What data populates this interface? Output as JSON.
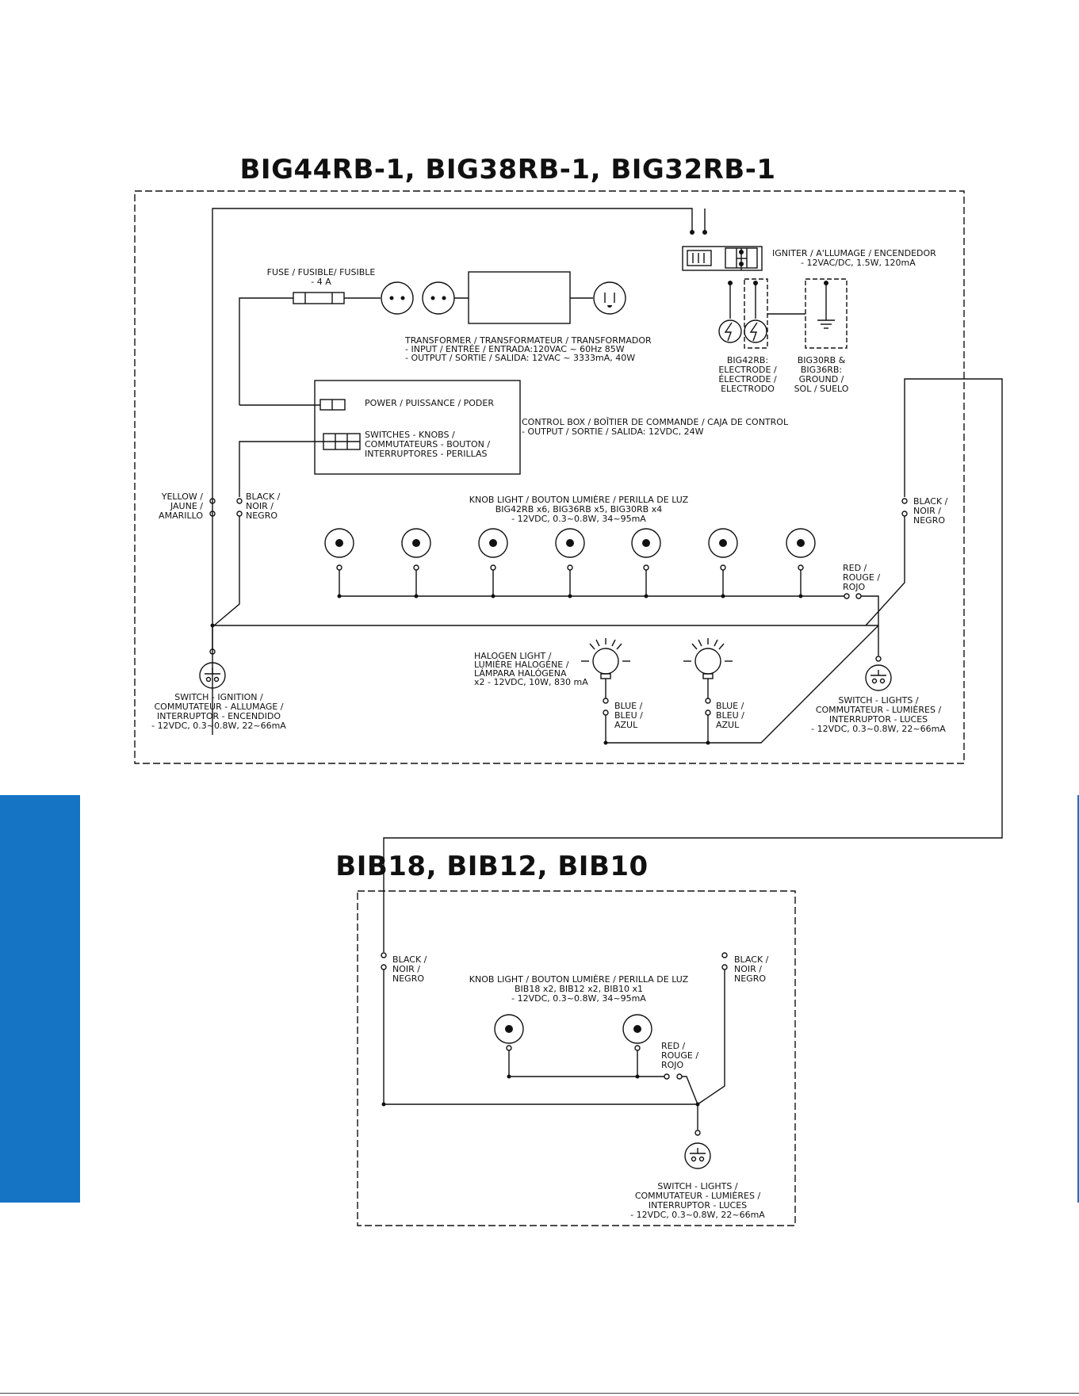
{
  "colors": {
    "side_tab": "#1574c4",
    "line": "#111111"
  },
  "titles": {
    "top": "BIG44RB-1, BIG38RB-1, BIG32RB-1",
    "bottom": "BIB18, BIB12, BIB10"
  },
  "top": {
    "fuse": [
      "FUSE / FUSIBLE/ FUSIBLE",
      "- 4 A"
    ],
    "igniter": [
      "IGNITER / A'LLUMAGE / ENCENDEDOR",
      "- 12VAC/DC, 1.5W, 120mA"
    ],
    "transformer": [
      "TRANSFORMER / TRANSFORMATEUR / TRANSFORMADOR",
      "- INPUT / ENTRÉE / ENTRADA:120VAC ~ 60Hz 85W",
      "- OUTPUT / SORTIE / SALIDA: 12VAC ~ 3333mA, 40W"
    ],
    "electrode": [
      "BIG42RB:",
      "ELECTRODE /",
      "ÉLECTRODE /",
      "ELECTRODO"
    ],
    "ground": [
      "BIG30RB &",
      "BIG36RB:",
      "GROUND /",
      "SOL / SUELO"
    ],
    "power": "POWER / PUISSANCE / PODER",
    "switches": [
      "SWITCHES - KNOBS /",
      "COMMUTATEURS - BOUTON /",
      "INTERRUPTORES - PERILLAS"
    ],
    "control_box": [
      "CONTROL BOX / BOÎTIER DE COMMANDE / CAJA DE CONTROL",
      "- OUTPUT / SORTIE / SALIDA: 12VDC, 24W"
    ],
    "yellow": [
      "YELLOW /",
      "JAUNE /",
      "AMARILLO"
    ],
    "black_left": [
      "BLACK /",
      "NOIR /",
      "NEGRO"
    ],
    "black_right": [
      "BLACK /",
      "NOIR /",
      "NEGRO"
    ],
    "knob_light": [
      "KNOB LIGHT / BOUTON LUMIÈRE / PERILLA DE LUZ",
      "BIG42RB x6, BIG36RB x5, BIG30RB x4",
      "- 12VDC, 0.3~0.8W, 34~95mA"
    ],
    "red": [
      "RED /",
      "ROUGE /",
      "ROJO"
    ],
    "halogen": [
      "HALOGEN LIGHT /",
      "LUMIÈRE HALOGÈNE /",
      "LÁMPARA HALÓGENA",
      "x2 - 12VDC, 10W, 830 mA"
    ],
    "blue1": [
      "BLUE /",
      "BLEU /",
      "AZUL"
    ],
    "blue2": [
      "BLUE /",
      "BLEU /",
      "AZUL"
    ],
    "switch_ignition": [
      "SWITCH - IGNITION /",
      "COMMUTATEUR - ALLUMAGE /",
      "INTERRUPTOR - ENCENDIDO",
      "- 12VDC, 0.3~0.8W, 22~66mA"
    ],
    "switch_lights": [
      "SWITCH - LIGHTS /",
      "COMMUTATEUR - LUMIÈRES /",
      "INTERRUPTOR - LUCES",
      "- 12VDC, 0.3~0.8W, 22~66mA"
    ]
  },
  "bottom": {
    "black_left": [
      "BLACK /",
      "NOIR /",
      "NEGRO"
    ],
    "black_right": [
      "BLACK /",
      "NOIR /",
      "NEGRO"
    ],
    "knob_light": [
      "KNOB LIGHT / BOUTON LUMIÈRE / PERILLA DE LUZ",
      "BIB18 x2, BIB12 x2, BIB10 x1",
      "- 12VDC, 0.3~0.8W, 34~95mA"
    ],
    "red": [
      "RED /",
      "ROUGE /",
      "ROJO"
    ],
    "switch_lights": [
      "SWITCH - LIGHTS /",
      "COMMUTATEUR - LUMIÈRES /",
      "INTERRUPTOR - LUCES",
      "- 12VDC, 0.3~0.8W, 22~66mA"
    ]
  }
}
